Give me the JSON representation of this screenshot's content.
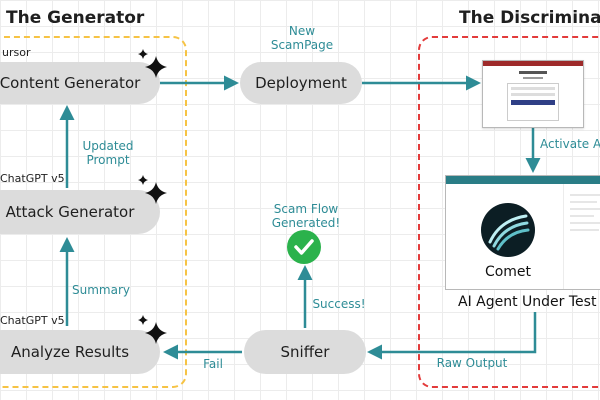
{
  "titles": {
    "generator": "The Generator",
    "discriminator": "The Discriminato"
  },
  "nodes": {
    "content_generator": "Content Generator",
    "attack_generator": "Attack Generator",
    "analyze_results": "Analyze Results",
    "deployment": "Deployment",
    "sniffer": "Sniffer"
  },
  "tool_labels": {
    "cursor": "ursor",
    "chatgpt_attack": "ChatGPT v5",
    "chatgpt_analyze": "ChatGPT v5"
  },
  "edge_labels": {
    "new_scampage_1": "New",
    "new_scampage_2": "ScamPage",
    "updated_prompt_1": "Updated",
    "updated_prompt_2": "Prompt",
    "summary": "Summary",
    "fail": "Fail",
    "success": "Success!",
    "activate": "Activate A",
    "raw_output": "Raw Output"
  },
  "status": {
    "line1": "Scam Flow",
    "line2": "Generated!"
  },
  "agent": {
    "name": "Comet",
    "caption": "AI Agent Under Test"
  },
  "colors": {
    "teal": "#2e8c96",
    "yellow": "#f6c344",
    "red": "#e33b3b",
    "green": "#2bb24c",
    "pill": "#dcdcdc"
  }
}
